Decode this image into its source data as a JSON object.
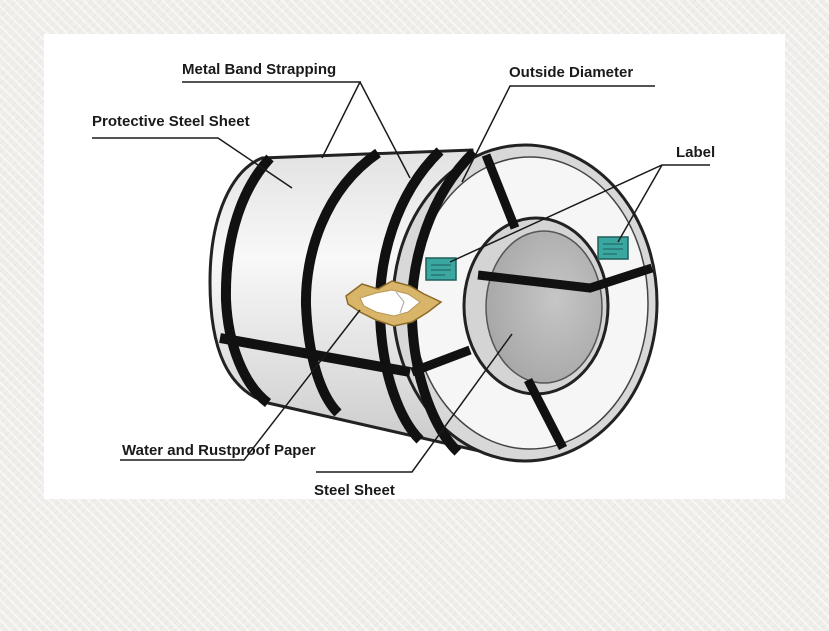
{
  "labels": {
    "metal_band_strapping": "Metal Band Strapping",
    "outside_diameter": "Outside Diameter",
    "protective_steel_sheet": "Protective Steel Sheet",
    "label": "Label",
    "water_rustproof_paper": "Water and Rustproof Paper",
    "steel_sheet": "Steel Sheet"
  },
  "colors": {
    "band": "#111111",
    "coil_face": "#f7f7f7",
    "inner_bore": "#b8b8b8",
    "tag": "#3aa7a0",
    "paper": "#d9b56a"
  }
}
